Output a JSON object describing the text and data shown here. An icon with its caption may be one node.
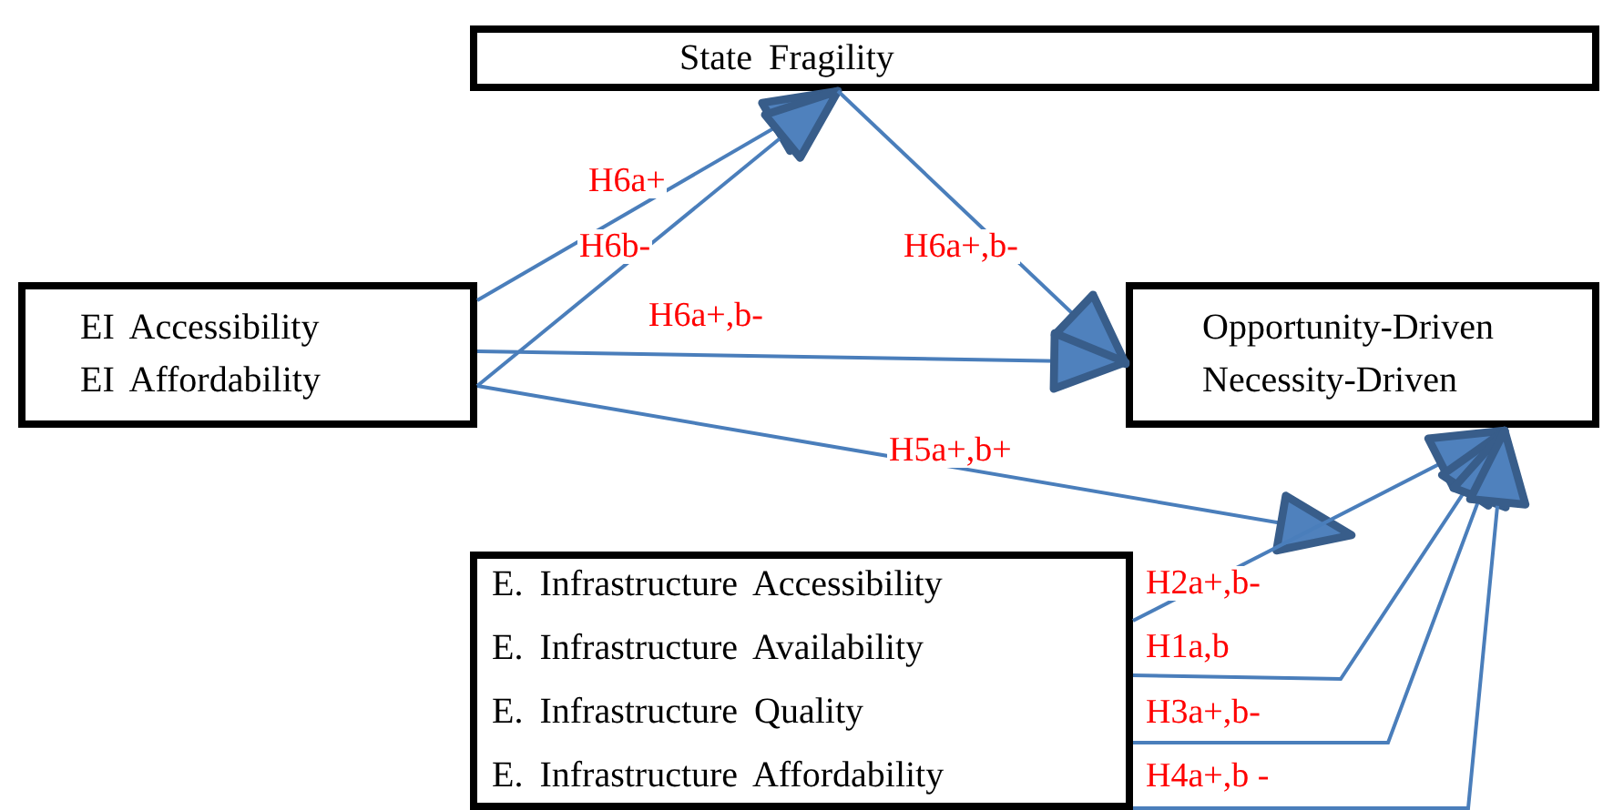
{
  "diagram": {
    "nodes": [
      {
        "text": [
          "State Fragility"
        ]
      },
      {
        "text": [
          "EI Accessibility",
          "EI Affordability"
        ]
      },
      {
        "text": [
          "Opportunity-Driven",
          "Necessity-Driven"
        ]
      },
      {
        "text": [
          "E. Infrastructure Accessibility",
          "E. Infrastructure Availability",
          "E. Infrastructure Quality",
          "E. Infrastructure Affordability"
        ]
      }
    ],
    "edges": [
      {
        "from": 1,
        "to": 0,
        "arrow": "to",
        "label": "H6a+"
      },
      {
        "from": 1,
        "to": 0,
        "arrow": "to",
        "label": "H6b-"
      },
      {
        "from": 0,
        "to": 2,
        "arrow": "to",
        "label": "H6a+,b-"
      },
      {
        "from": 1,
        "to": 2,
        "arrow": "to",
        "label": "H6a+,b-"
      },
      {
        "from": 1,
        "to": null,
        "arrow": "to",
        "label": "H5a+,b+"
      },
      {
        "from": 3,
        "to": 2,
        "arrow": "to",
        "label": "H2a+,b-"
      },
      {
        "from": 3,
        "to": 2,
        "arrow": "to",
        "label": "H1a,b"
      },
      {
        "from": 3,
        "to": 2,
        "arrow": "to",
        "label": "H3a+,b-"
      },
      {
        "from": 3,
        "to": 2,
        "arrow": "to",
        "label": "H4a+,b -"
      }
    ]
  }
}
